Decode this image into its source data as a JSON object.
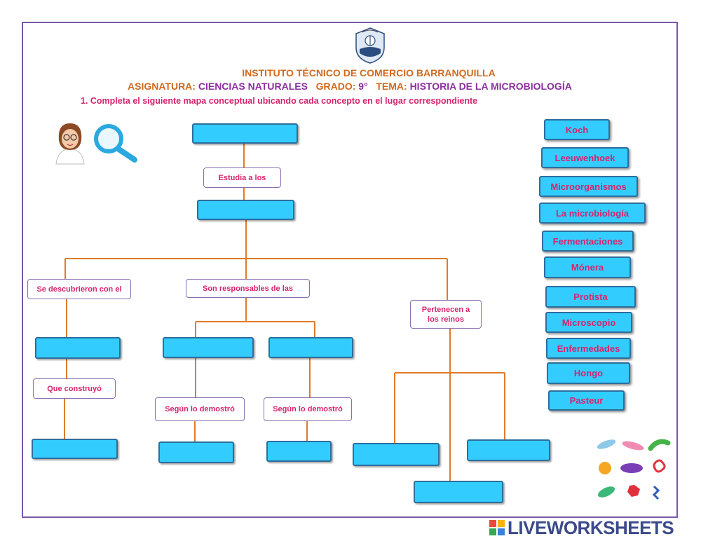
{
  "header": {
    "institution": "INSTITUTO TÉCNICO DE COMERCIO BARRANQUILLA",
    "subject_label": "ASIGNATURA:",
    "subject_value": "CIENCIAS NATURALES",
    "grade_label": "GRADO:",
    "grade_value": "9°",
    "topic_label": "TEMA:",
    "topic_value": "HISTORIA DE LA MICROBIOLOGÍA",
    "instruction": "1. Completa el siguiente mapa conceptual ubicando cada concepto en el lugar correspondiente"
  },
  "connectors": {
    "estudia": "Estudia a los",
    "descubrieron": "Se descubrieron con el",
    "responsables": "Son responsables de las",
    "pertenecen": "Pertenecen a los reinos",
    "construyo": "Que construyó",
    "demostro_1": "Según lo demostró",
    "demostro_2": "Según lo demostró"
  },
  "word_bank": [
    "Koch",
    "Leeuwenhoek",
    "Microorganismos",
    "La microbiología",
    "Fermentaciones",
    "Mónera",
    "Protista",
    "Microscopio",
    "Enfermedades",
    "Hongo",
    "Pasteur"
  ],
  "brand": {
    "name": "LIVEWORKSHEETS"
  },
  "colors": {
    "slot_fill": "#33ccff",
    "connector_text": "#d6246e",
    "line": "#e07b2a",
    "heading": "#d2691e",
    "frame": "#7a58a8"
  }
}
